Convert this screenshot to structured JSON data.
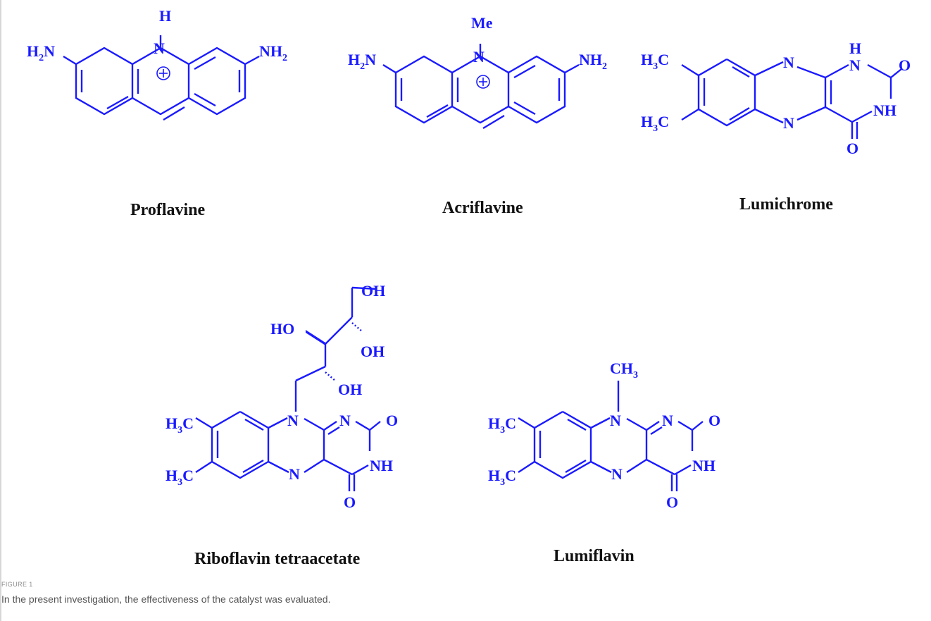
{
  "colors": {
    "structure": "#1a1aff",
    "names": "#111111"
  },
  "compounds": [
    {
      "name": "Proflavine"
    },
    {
      "name": "Acriflavine"
    },
    {
      "name": "Lumichrome"
    },
    {
      "name": "Riboflavin tetraacetate"
    },
    {
      "name": "Lumiflavin"
    }
  ],
  "caption": {
    "label": "FIGURE 1",
    "text": "In the present investigation, the effectiveness of the catalyst was evaluated."
  }
}
